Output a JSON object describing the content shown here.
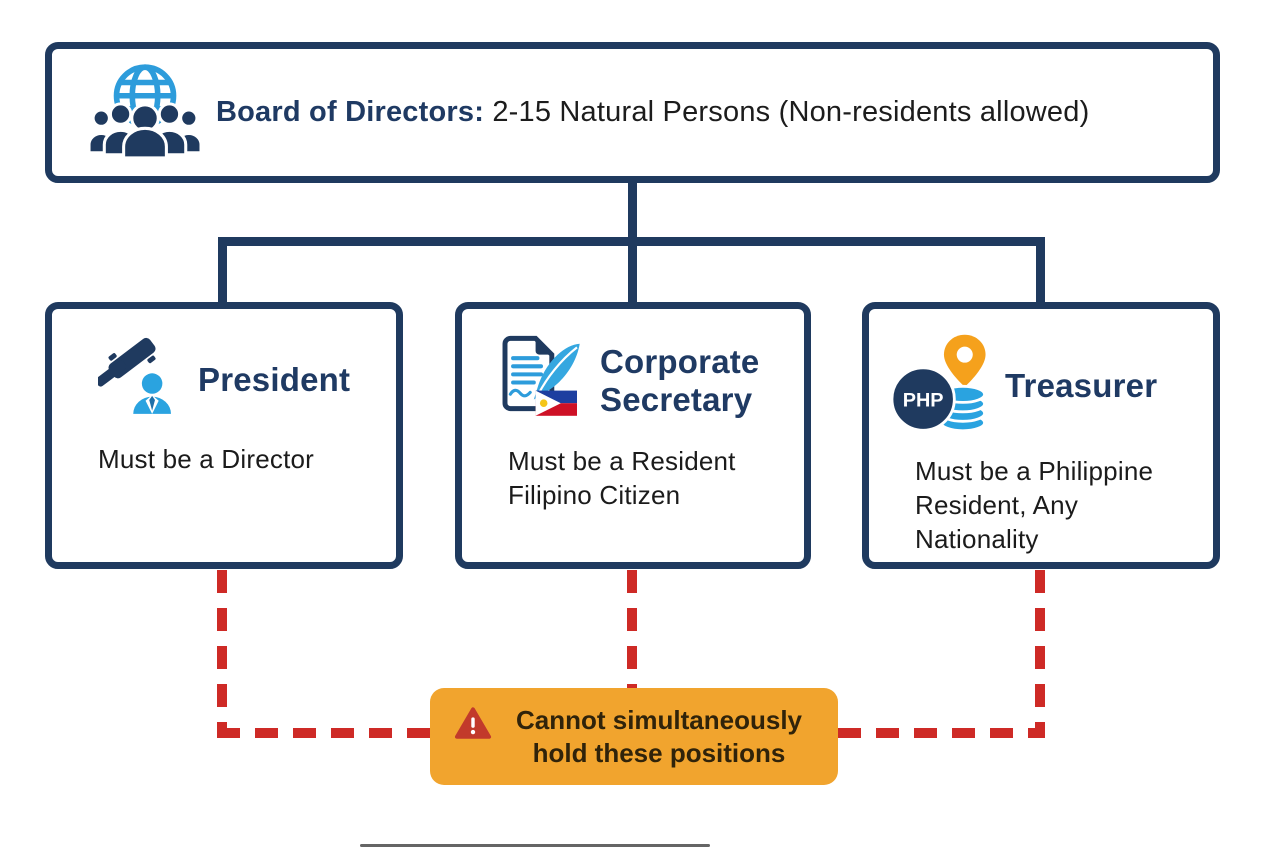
{
  "header": {
    "title_bold": "Board of Directors:",
    "title_rest": " 2-15 Natural Persons (Non-residents allowed)",
    "icon": "global-team-icon"
  },
  "cards": [
    {
      "title": "President",
      "requirement": "Must be a Director",
      "icon": "gavel-person-icon"
    },
    {
      "title": "Corporate Secretary",
      "requirement": "Must be a Resident Filipino Citizen",
      "icon": "document-quill-philippine-flag-icon"
    },
    {
      "title": "Treasurer",
      "requirement": "Must be a Philippine Resident, Any Nationality",
      "icon": "php-coin-location-pin-icon"
    }
  ],
  "warning": {
    "message": "Cannot simultaneously hold these positions",
    "icon": "warning-triangle-icon"
  },
  "colors": {
    "navy": "#1f3a5f",
    "light_blue": "#2d9cdb",
    "dashed_red": "#ce2a26",
    "warning_orange": "#f1a42e",
    "warning_triangle_red": "#c23a2b",
    "body_text": "#1b1b1b"
  }
}
